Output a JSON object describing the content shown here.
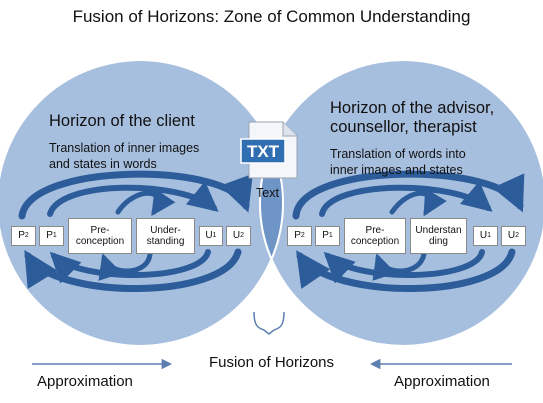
{
  "title": "Fusion of Horizons: Zone of Common Understanding",
  "left": {
    "heading": "Horizon of the client",
    "subtitle_line1": "Translation of inner images",
    "subtitle_line2": "and states in words",
    "boxes": [
      "P",
      "P",
      "Pre-\nconception",
      "Under-\nstanding",
      "U",
      "U"
    ],
    "subs": [
      "2",
      "1",
      "",
      "",
      "1",
      "2"
    ]
  },
  "right": {
    "heading_line1": "Horizon of the advisor,",
    "heading_line2": "counsellor, therapist",
    "subtitle_line1": "Translation of words into",
    "subtitle_line2": "inner images and states",
    "boxes": [
      "P",
      "P",
      "Pre-\nconception",
      "Understan\nding",
      "U",
      "U"
    ],
    "subs": [
      "2",
      "1",
      "",
      "",
      "1",
      "2"
    ]
  },
  "document": {
    "icon_label": "TXT",
    "caption": "Text"
  },
  "bottom": {
    "center": "Fusion of Horizons",
    "left": "Approximation",
    "right": "Approximation"
  },
  "colors": {
    "circle_fill": "#a7bfde",
    "circle_stroke": "#ffffff",
    "overlap": "#6f95c6",
    "arrow": "#2c5d9a",
    "txt_badge": "#2f6eb0"
  }
}
